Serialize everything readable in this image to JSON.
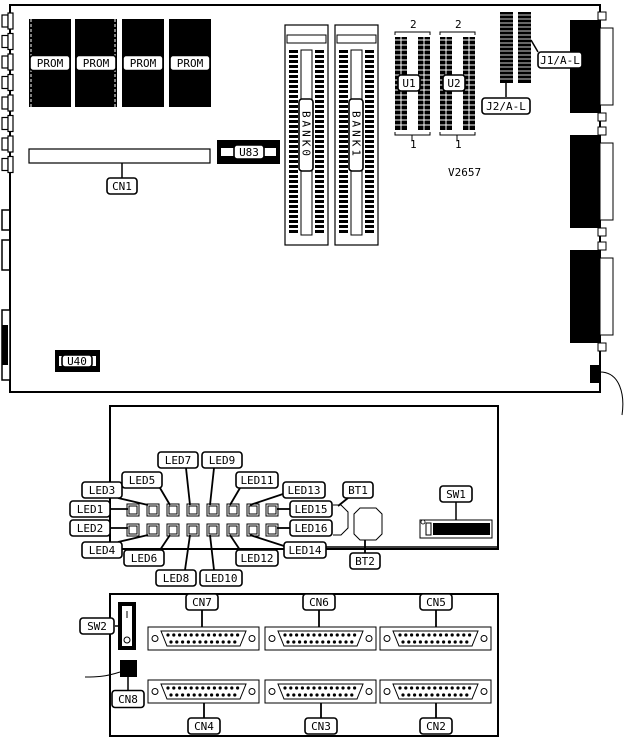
{
  "board": {
    "model": "V2657",
    "proms": [
      "PROM",
      "PROM",
      "PROM",
      "PROM"
    ],
    "cn1": "CN1",
    "u83": "U83",
    "bank0": "BANK0",
    "bank1": "BANK1",
    "u1": "U1",
    "u2": "U2",
    "u1_pin_top": "2",
    "u1_pin_bottom": "1",
    "u2_pin_top": "2",
    "u2_pin_bottom": "1",
    "j1": "J1/A-L",
    "j2": "J2/A-L",
    "u40": "U40"
  },
  "led_panel": {
    "leds": [
      "LED1",
      "LED2",
      "LED3",
      "LED4",
      "LED5",
      "LED6",
      "LED7",
      "LED8",
      "LED9",
      "LED10",
      "LED11",
      "LED12",
      "LED13",
      "LED14",
      "LED15",
      "LED16"
    ],
    "bt1": "BT1",
    "bt2": "BT2",
    "sw1": "SW1"
  },
  "connector_panel": {
    "sw2": "SW2",
    "cn8": "CN8",
    "connectors": [
      "CN7",
      "CN6",
      "CN5",
      "CN4",
      "CN3",
      "CN2"
    ]
  }
}
